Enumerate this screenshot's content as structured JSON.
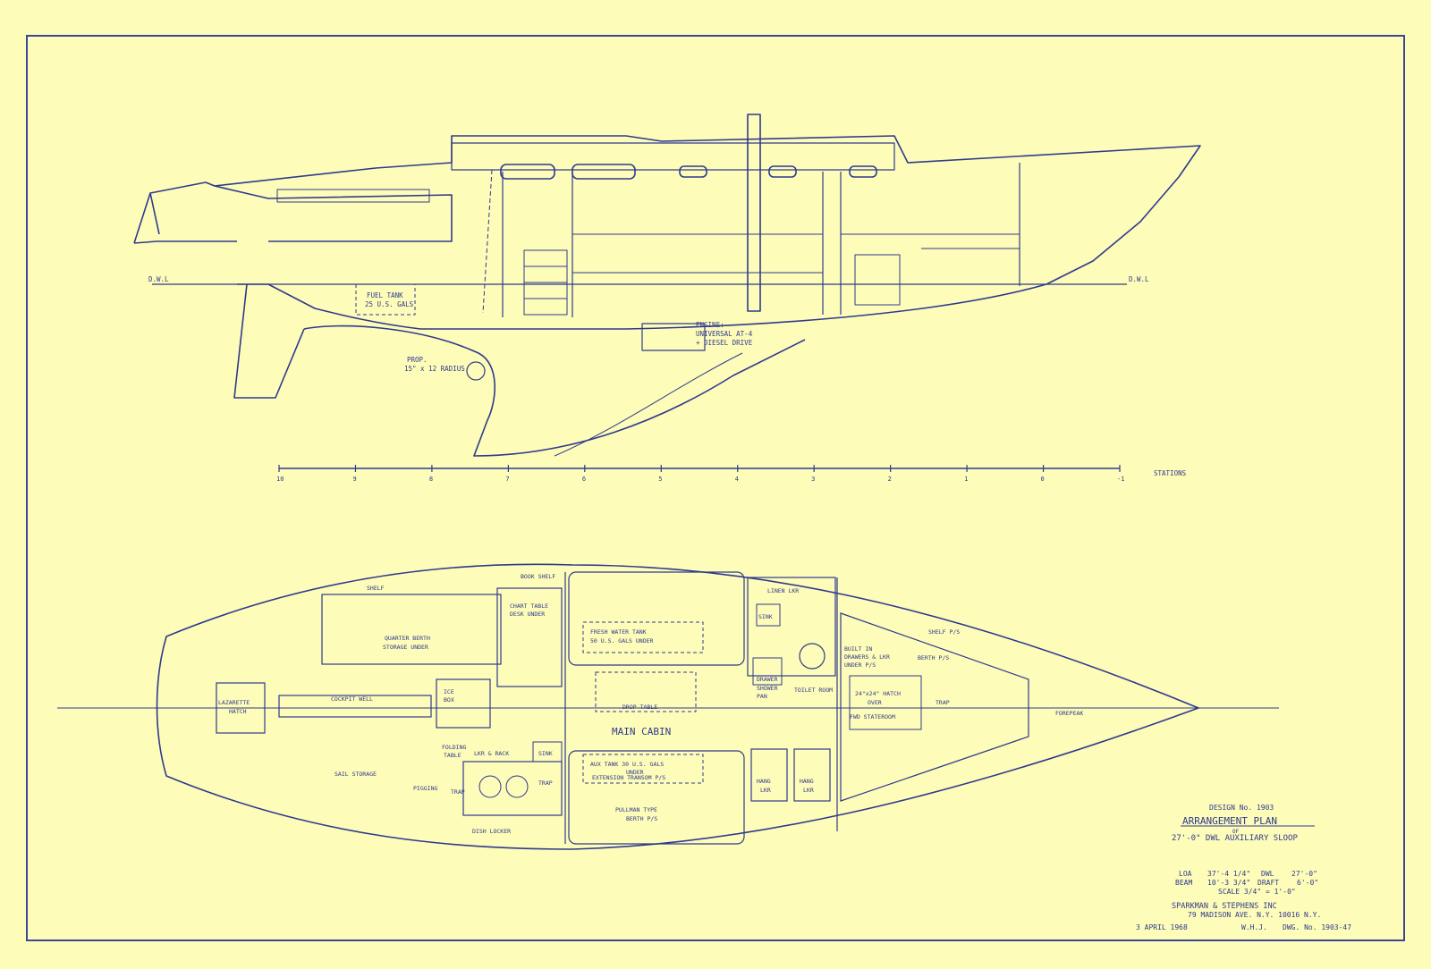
{
  "colors": {
    "paper": "#fdfcb8",
    "ink": "#2f3a8f",
    "ink_light": "#8a93c6"
  },
  "profile": {
    "dwl_left": "D.W.L",
    "dwl_right": "D.W.L",
    "fuel_tank": [
      "FUEL TANK",
      "25 U.S. GALS"
    ],
    "prop": [
      "PROP.",
      "15\" x 12 RADIUS"
    ],
    "engine": [
      "ENGINE:",
      "UNIVERSAL AT-4",
      "+ DIESEL DRIVE"
    ],
    "stations_label": "STATIONS",
    "stations": [
      "10",
      "9",
      "8",
      "7",
      "6",
      "5",
      "4",
      "3",
      "2",
      "1",
      "0",
      "-1"
    ]
  },
  "plan": {
    "labels": {
      "shelf": "SHELF",
      "book_shelf": "BOOK SHELF",
      "chart_table": [
        "CHART TABLE",
        "DESK UNDER"
      ],
      "quarter_berth": [
        "QUARTER BERTH",
        "STORAGE UNDER"
      ],
      "fresh_water": [
        "FRESH WATER TANK",
        "50 U.S. GALS UNDER"
      ],
      "linen_lkr": "LINEN LKR",
      "sink_head": "SINK",
      "shelf_ps": "SHELF P/S",
      "built_in": [
        "BUILT IN",
        "DRAWERS & LKR",
        "UNDER P/S"
      ],
      "berth_ps": "BERTH P/S",
      "lazarette": [
        "LAZARETTE",
        "HATCH"
      ],
      "cockpit_well": "COCKPIT WELL",
      "ice_box": [
        "ICE",
        "BOX"
      ],
      "drawer": "DRAWER",
      "shower_pan": [
        "SHOWER",
        "PAN"
      ],
      "toilet_room": "TOILET ROOM",
      "hatch": [
        "24\"x24\" HATCH",
        "OVER"
      ],
      "trap": "TRAP",
      "fwd_stateroom": "FWD STATEROOM",
      "forepeak": "FOREPEAK",
      "drop_table": "DROP TABLE",
      "main_cabin": "MAIN CABIN",
      "folding_table": [
        "FOLDING",
        "TABLE"
      ],
      "lkr_rack": "LKR & RACK",
      "sink_galley": "SINK",
      "aux_tank": [
        "AUX TANK 30 U.S. GALS",
        "UNDER"
      ],
      "extension_transom": "EXTENSION TRANSOM P/S",
      "trap2": "TRAP",
      "sail_storage": "SAIL STORAGE",
      "pigging": "PIGGING",
      "trap3": "TRAP",
      "hang_lkr1": [
        "HANG",
        "LKR"
      ],
      "hang_lkr2": [
        "HANG",
        "LKR"
      ],
      "pullman_berth": [
        "PULLMAN TYPE",
        "BERTH P/S"
      ],
      "dish_locker": "DISH LOCKER"
    }
  },
  "title_block": {
    "design_no": "DESIGN No. 1903",
    "title": "ARRANGEMENT PLAN",
    "of": "OF",
    "subtitle": "27'-0\" DWL AUXILIARY SLOOP",
    "loa_label": "LOA",
    "loa_value": "37'-4 1/4\"",
    "dwl_label": "DWL",
    "dwl_value": "27'-0\"",
    "beam_label": "BEAM",
    "beam_value": "10'-3 3/4\"",
    "draft_label": "DRAFT",
    "draft_value": "6'-0\"",
    "scale": "SCALE 3/4\" = 1'-0\"",
    "firm": "SPARKMAN & STEPHENS INC",
    "address": "79 MADISON AVE. N.Y. 10016 N.Y.",
    "date": "3 APRIL 1968",
    "drawn_by": "W.H.J.",
    "dwg_no": "DWG. No. 1903-47"
  }
}
